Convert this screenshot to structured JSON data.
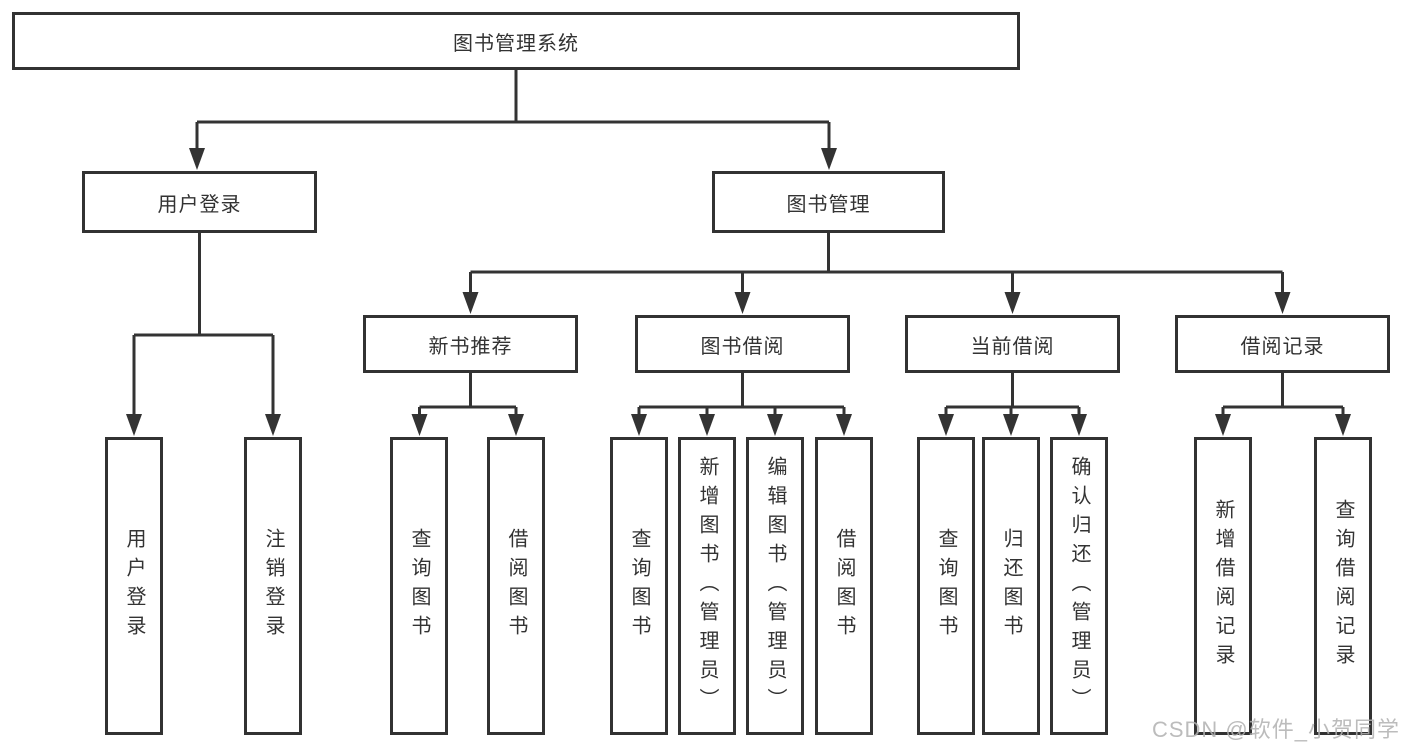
{
  "root": {
    "label": "图书管理系统"
  },
  "login": {
    "label": "用户登录",
    "leaves": [
      "用户登录",
      "注销登录"
    ]
  },
  "management": {
    "label": "图书管理",
    "groups": [
      {
        "label": "新书推荐",
        "leaves": [
          "查询图书",
          "借阅图书"
        ]
      },
      {
        "label": "图书借阅",
        "leaves": [
          "查询图书",
          "新增图书（管理员）",
          "编辑图书（管理员）",
          "借阅图书"
        ]
      },
      {
        "label": "当前借阅",
        "leaves": [
          "查询图书",
          "归还图书",
          "确认归还（管理员）"
        ]
      },
      {
        "label": "借阅记录",
        "leaves": [
          "新增借阅记录",
          "查询借阅记录"
        ]
      }
    ]
  },
  "watermark": "CSDN @软件_小贺同学",
  "colors": {
    "line": "#333333",
    "text": "#333333",
    "background": "#ffffff",
    "watermark": "#b0b0b0"
  }
}
